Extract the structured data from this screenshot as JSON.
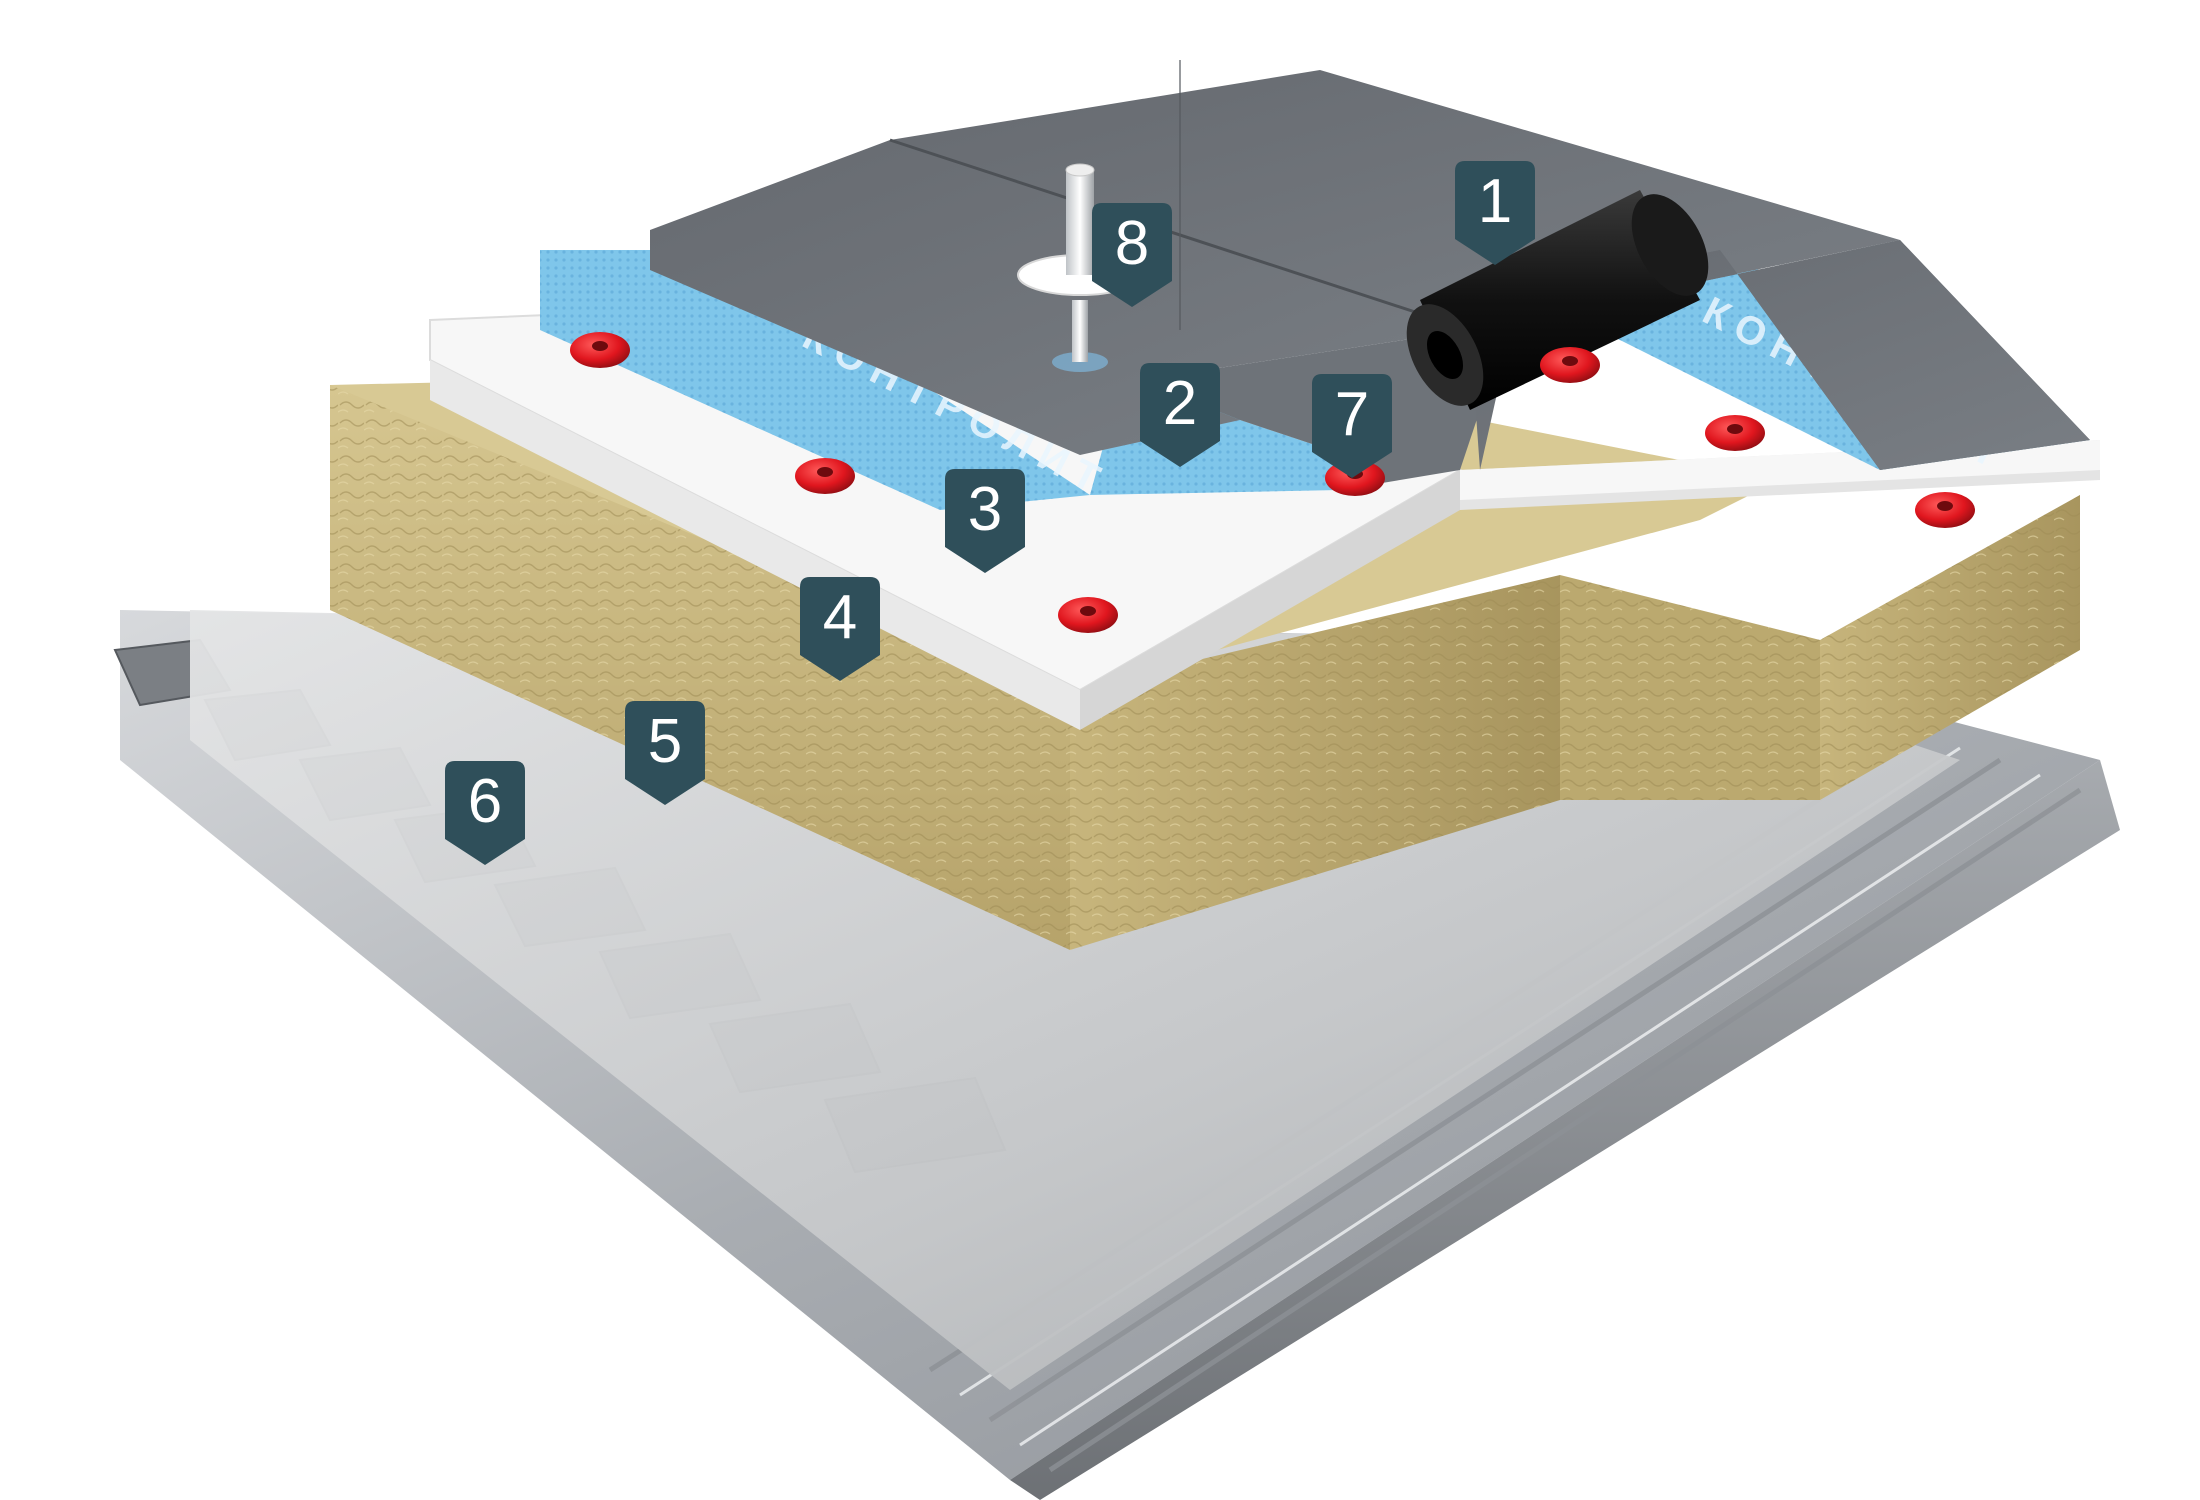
{
  "diagram": {
    "brand_text": "КОНТРОЛИТ",
    "markers": [
      {
        "id": "1",
        "label": "1",
        "component": "roll-membrane"
      },
      {
        "id": "2",
        "label": "2",
        "component": "top-membrane"
      },
      {
        "id": "3",
        "label": "3",
        "component": "cover-board"
      },
      {
        "id": "4",
        "label": "4",
        "component": "mineral-wool"
      },
      {
        "id": "5",
        "label": "5",
        "component": "vapor-barrier"
      },
      {
        "id": "6",
        "label": "6",
        "component": "profiled-deck"
      },
      {
        "id": "7",
        "label": "7",
        "component": "washer"
      },
      {
        "id": "8",
        "label": "8",
        "component": "telescopic-fastener"
      }
    ]
  },
  "colors": {
    "marker": "#2f4f5a",
    "membrane": "#6c7178",
    "brand_strip": "#78c2e8",
    "board": "#f6f6f6",
    "wool": "#c9b782",
    "steel": "#b9bcc0",
    "washer": "#e0161e",
    "roll": "#111111"
  }
}
